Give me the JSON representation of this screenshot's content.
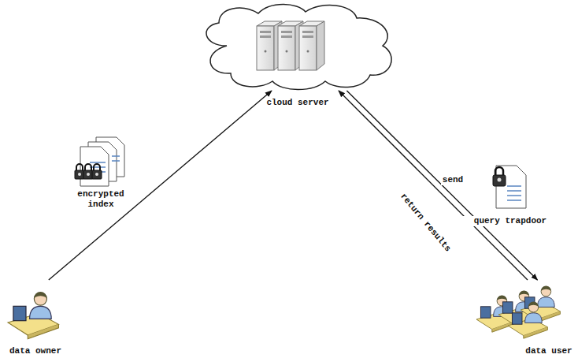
{
  "diagram": {
    "nodes": [
      {
        "text": [
          "cloud server"
        ]
      },
      {
        "text": [
          "data owner"
        ]
      },
      {
        "text": [
          "data user"
        ]
      }
    ],
    "edges": [
      {
        "from": 1,
        "to": 0,
        "arrow": "to"
      },
      {
        "from": 2,
        "to": 0,
        "label": "send",
        "arrow": "to"
      },
      {
        "from": 0,
        "to": 2,
        "label": "return results",
        "arrow": "to"
      }
    ],
    "labels": [
      "encrypted index",
      "query trapdoor"
    ]
  }
}
